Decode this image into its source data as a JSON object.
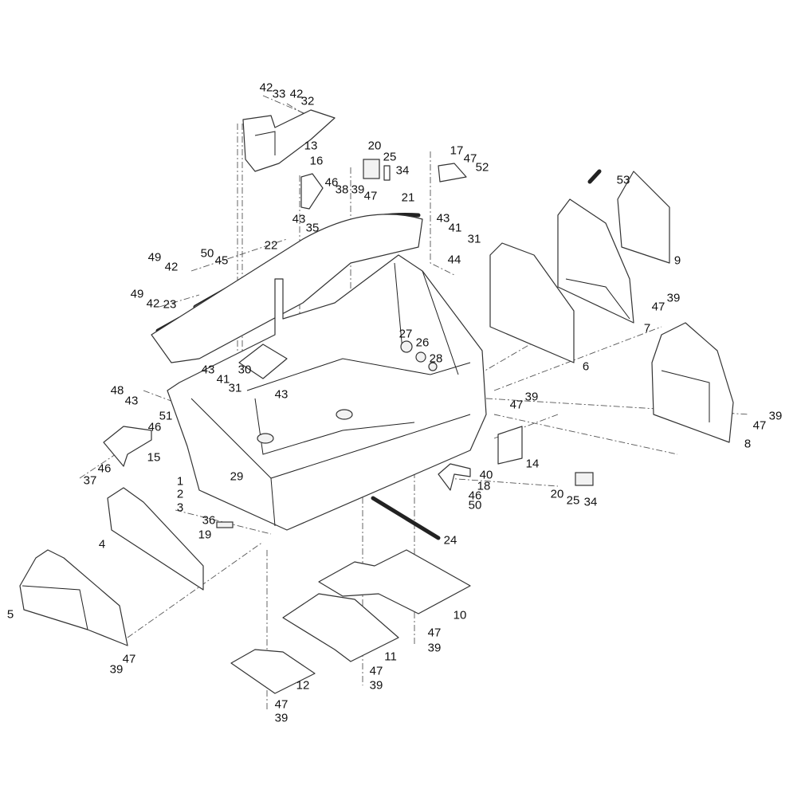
{
  "title": "Frame assembly exploded parts diagram",
  "callouts": [
    "42",
    "33",
    "42",
    "32",
    "13",
    "20",
    "25",
    "34",
    "17",
    "47",
    "52",
    "53",
    "16",
    "46",
    "38",
    "39",
    "47",
    "21",
    "43",
    "35",
    "43",
    "41",
    "31",
    "44",
    "9",
    "22",
    "50",
    "45",
    "49",
    "42",
    "49",
    "42",
    "23",
    "47",
    "39",
    "7",
    "27",
    "26",
    "28",
    "6",
    "43",
    "41",
    "30",
    "31",
    "43",
    "48",
    "43",
    "51",
    "46",
    "15",
    "46",
    "37",
    "47",
    "39",
    "47",
    "39",
    "8",
    "14",
    "40",
    "18",
    "46",
    "50",
    "20",
    "25",
    "34",
    "29",
    "1",
    "2",
    "3",
    "36",
    "19",
    "24",
    "4",
    "5",
    "10",
    "47",
    "39",
    "11",
    "47",
    "39",
    "12",
    "47",
    "39",
    "47",
    "39"
  ]
}
